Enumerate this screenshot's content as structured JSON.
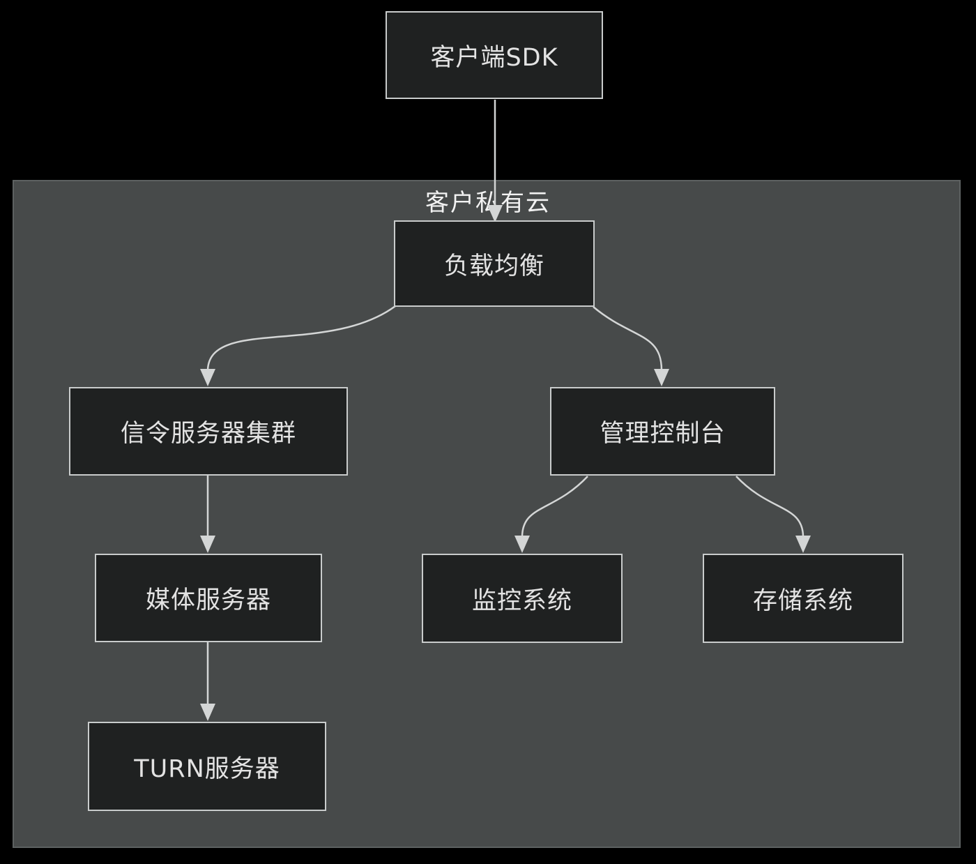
{
  "diagram": {
    "container": {
      "label": "客户私有云"
    },
    "nodes": {
      "client_sdk": {
        "label": "客户端SDK"
      },
      "load_balancer": {
        "label": "负载均衡"
      },
      "signaling_cluster": {
        "label": "信令服务器集群"
      },
      "admin_console": {
        "label": "管理控制台"
      },
      "media_server": {
        "label": "媒体服务器"
      },
      "monitoring": {
        "label": "监控系统"
      },
      "storage": {
        "label": "存储系统"
      },
      "turn_server": {
        "label": "TURN服务器"
      }
    },
    "edges": [
      {
        "from": "client_sdk",
        "to": "load_balancer"
      },
      {
        "from": "load_balancer",
        "to": "signaling_cluster"
      },
      {
        "from": "load_balancer",
        "to": "admin_console"
      },
      {
        "from": "signaling_cluster",
        "to": "media_server"
      },
      {
        "from": "media_server",
        "to": "turn_server"
      },
      {
        "from": "admin_console",
        "to": "monitoring"
      },
      {
        "from": "admin_console",
        "to": "storage"
      }
    ],
    "colors": {
      "page_background": "#000000",
      "container_fill": "#474a4a",
      "container_border": "#5d6161",
      "node_fill": "#1f2121",
      "node_border": "#c9cccc",
      "node_text": "#e3e3e3",
      "container_label_text": "#f2f2f2",
      "connector": "#d4d6d6"
    }
  }
}
